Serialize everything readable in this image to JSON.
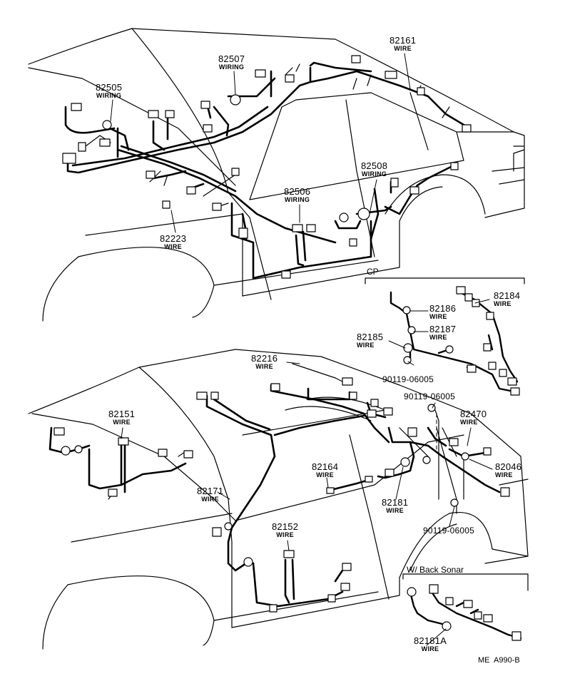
{
  "diagram": {
    "code": "ME  A990-B",
    "sections": {
      "cp": "CP",
      "back_sonar": "W/ Back Sonar"
    },
    "parts": {
      "p82505": {
        "number": "82505",
        "name": "WIRING"
      },
      "p82507": {
        "number": "82507",
        "name": "WIRING"
      },
      "p82161": {
        "number": "82161",
        "name": "WIRE"
      },
      "p82508": {
        "number": "82508",
        "name": "WIRING"
      },
      "p82506": {
        "number": "82506",
        "name": "WIRING"
      },
      "p82223": {
        "number": "82223",
        "name": "WIRE"
      },
      "p82184": {
        "number": "82184",
        "name": "WIRE"
      },
      "p82186": {
        "number": "82186",
        "name": "WIRE"
      },
      "p82187": {
        "number": "82187",
        "name": "WIRE"
      },
      "p82185": {
        "number": "82185",
        "name": "WIRE"
      },
      "p90119a": {
        "number": "90119-06005"
      },
      "p82216": {
        "number": "82216",
        "name": "WIRE"
      },
      "p90119b": {
        "number": "90119-06005"
      },
      "p82151": {
        "number": "82151",
        "name": "WIRE"
      },
      "p82470": {
        "number": "82470",
        "name": "WIRE"
      },
      "p82046": {
        "number": "82046",
        "name": "WIRE"
      },
      "p82164": {
        "number": "82164",
        "name": "WIRE"
      },
      "p82171": {
        "number": "82171",
        "name": "WIRE"
      },
      "p82181": {
        "number": "82181",
        "name": "WIRE"
      },
      "p90119c": {
        "number": "90119-06005"
      },
      "p82152": {
        "number": "82152",
        "name": "WIRE"
      },
      "p82181a": {
        "number": "82181A",
        "name": "WIRE"
      }
    }
  }
}
